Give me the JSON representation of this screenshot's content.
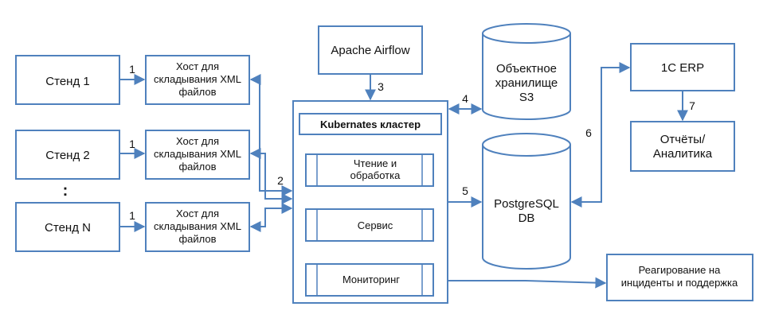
{
  "colors": {
    "stroke": "#4f81bd",
    "text": "#111111",
    "background": "#ffffff"
  },
  "stands": [
    "Стенд 1",
    "Стенд 2",
    "Стенд N"
  ],
  "stand_ellipsis": ":",
  "hosts": [
    [
      "Хост для",
      "складывания XML",
      "файлов"
    ],
    [
      "Хост для",
      "складывания XML",
      "файлов"
    ],
    [
      "Хост для",
      "складывания XML",
      "файлов"
    ]
  ],
  "airflow": "Apache Airflow",
  "k8s": {
    "title": "Kubernates кластер",
    "blocks": [
      [
        "Чтение и",
        "обработка"
      ],
      [
        "Сервис"
      ],
      [
        "Мониторинг"
      ]
    ]
  },
  "s3": [
    "Объектное",
    "хранилище",
    "S3"
  ],
  "postgres": [
    "PostgreSQL",
    "DB"
  ],
  "erp": "1C ERP",
  "reports": [
    "Отчёты/",
    "Аналитика"
  ],
  "support": [
    "Реагирование на",
    "инциденты и поддержка"
  ],
  "edge_labels": {
    "stand1_host": "1",
    "stand2_host": "1",
    "standN_host": "1",
    "hosts_k8s": "2",
    "airflow_k8s": "3",
    "k8s_s3": "4",
    "k8s_postgres": "5",
    "erp_postgres": "6",
    "erp_reports": "7"
  }
}
